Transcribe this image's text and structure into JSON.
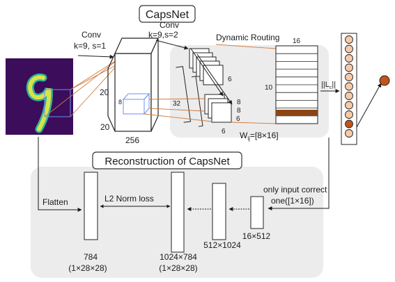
{
  "titles": {
    "capsnet": "CapsNet",
    "reconstruction": "Reconstruction of CapsNet"
  },
  "conv1": {
    "label_name": "Conv",
    "label_params": "k=9, s=1",
    "dim_h": "20",
    "dim_w": "20",
    "depth": "256"
  },
  "conv2": {
    "label_name": "Conv",
    "label_params": "k=9,s=2",
    "dim_a": "6",
    "dim_b": "6",
    "dim_c": "8",
    "dim_d": "8",
    "dim_e": "6",
    "count": "32",
    "small_dim": "8"
  },
  "routing": {
    "title": "Dynamic Routing",
    "cols": "16",
    "rows": "10",
    "weight_base": "W",
    "weight_sub": "ij",
    "weight_dims": "=[8×16]",
    "norm_prefix": "||L",
    "norm_sub": "c",
    "norm_suffix": "||"
  },
  "reconstruction": {
    "flatten": "Flatten",
    "loss": "L2 Norm loss",
    "mask_line1": "only input correct",
    "mask_line2": "one([1×16])",
    "layers": [
      {
        "label1": "784",
        "label2": "(1×28×28)"
      },
      {
        "label1": "1024×784",
        "label2": "(1×28×28)"
      },
      {
        "label1": "512×1024",
        "label2": ""
      },
      {
        "label1": "16×512",
        "label2": ""
      }
    ]
  },
  "colors": {
    "input_bg": "#3b0d5a",
    "digit": "#d8e34a",
    "capsule_fill": "#f6c9a8",
    "capsule_selected": "#c0541f",
    "output_node": "#c0541f",
    "highlight_row": "#8b4513",
    "routing_lines": "#d0793a",
    "panel_bg": "#ececec"
  }
}
